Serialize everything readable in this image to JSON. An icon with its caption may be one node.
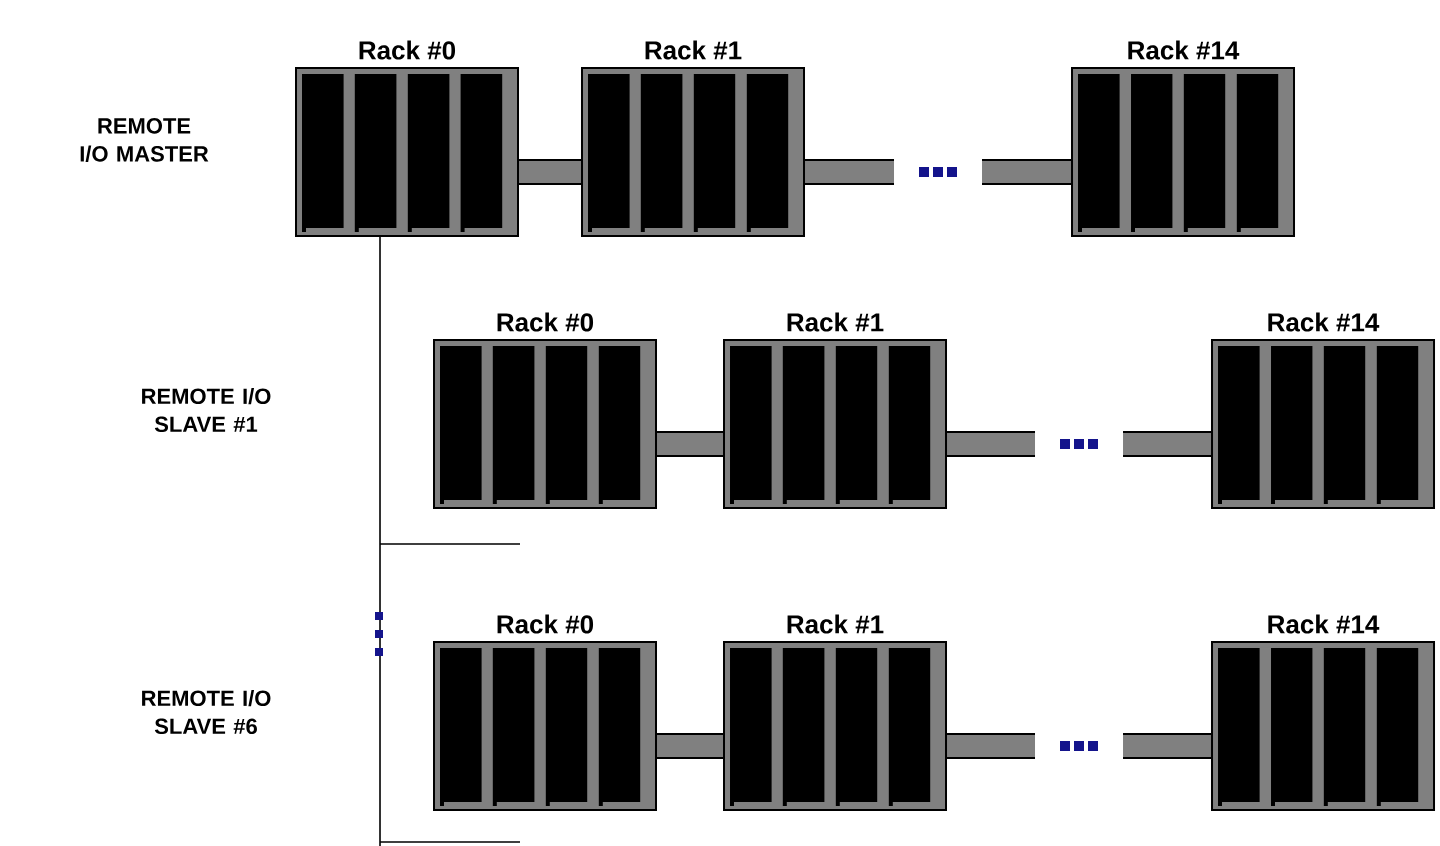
{
  "diagram": {
    "nodes": [
      {
        "text": [
          "Rack #0"
        ]
      },
      {
        "text": [
          "Rack #1"
        ]
      },
      {
        "text": [
          "Rack #14"
        ]
      },
      {
        "text": [
          "Rack #0"
        ]
      },
      {
        "text": [
          "Rack #1"
        ]
      },
      {
        "text": [
          "Rack #14"
        ]
      },
      {
        "text": [
          "Rack #0"
        ]
      },
      {
        "text": [
          "Rack #1"
        ]
      },
      {
        "text": [
          "Rack #14"
        ]
      }
    ],
    "edges": [
      {
        "from": 0,
        "to": 1,
        "arrow": "none"
      },
      {
        "from": 1,
        "to": 2,
        "arrow": "none"
      },
      {
        "from": 3,
        "to": 4,
        "arrow": "none"
      },
      {
        "from": 4,
        "to": 5,
        "arrow": "none"
      },
      {
        "from": 6,
        "to": 7,
        "arrow": "none"
      },
      {
        "from": 7,
        "to": 8,
        "arrow": "none"
      }
    ],
    "labels": [
      "REMOTE I/O MASTER",
      "REMOTE I/O SLAVE #1",
      "REMOTE I/O SLAVE #6"
    ]
  }
}
